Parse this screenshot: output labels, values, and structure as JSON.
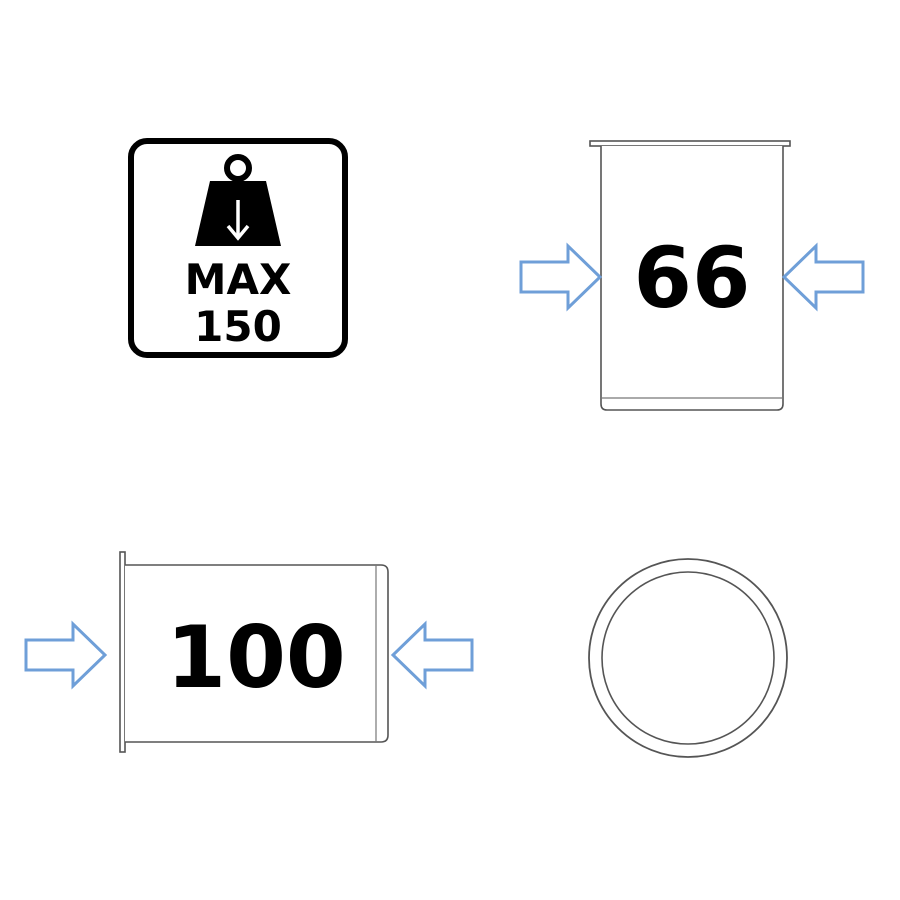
{
  "weight_badge": {
    "icon": "weight-down-arrow-icon",
    "line1": "MAX",
    "line2": "150"
  },
  "side_view": {
    "dimension": "66"
  },
  "length_view": {
    "dimension": "100"
  },
  "top_view": {},
  "colors": {
    "arrow_stroke": "#6f9fd8",
    "badge": "#000000",
    "outline": "#555555"
  }
}
